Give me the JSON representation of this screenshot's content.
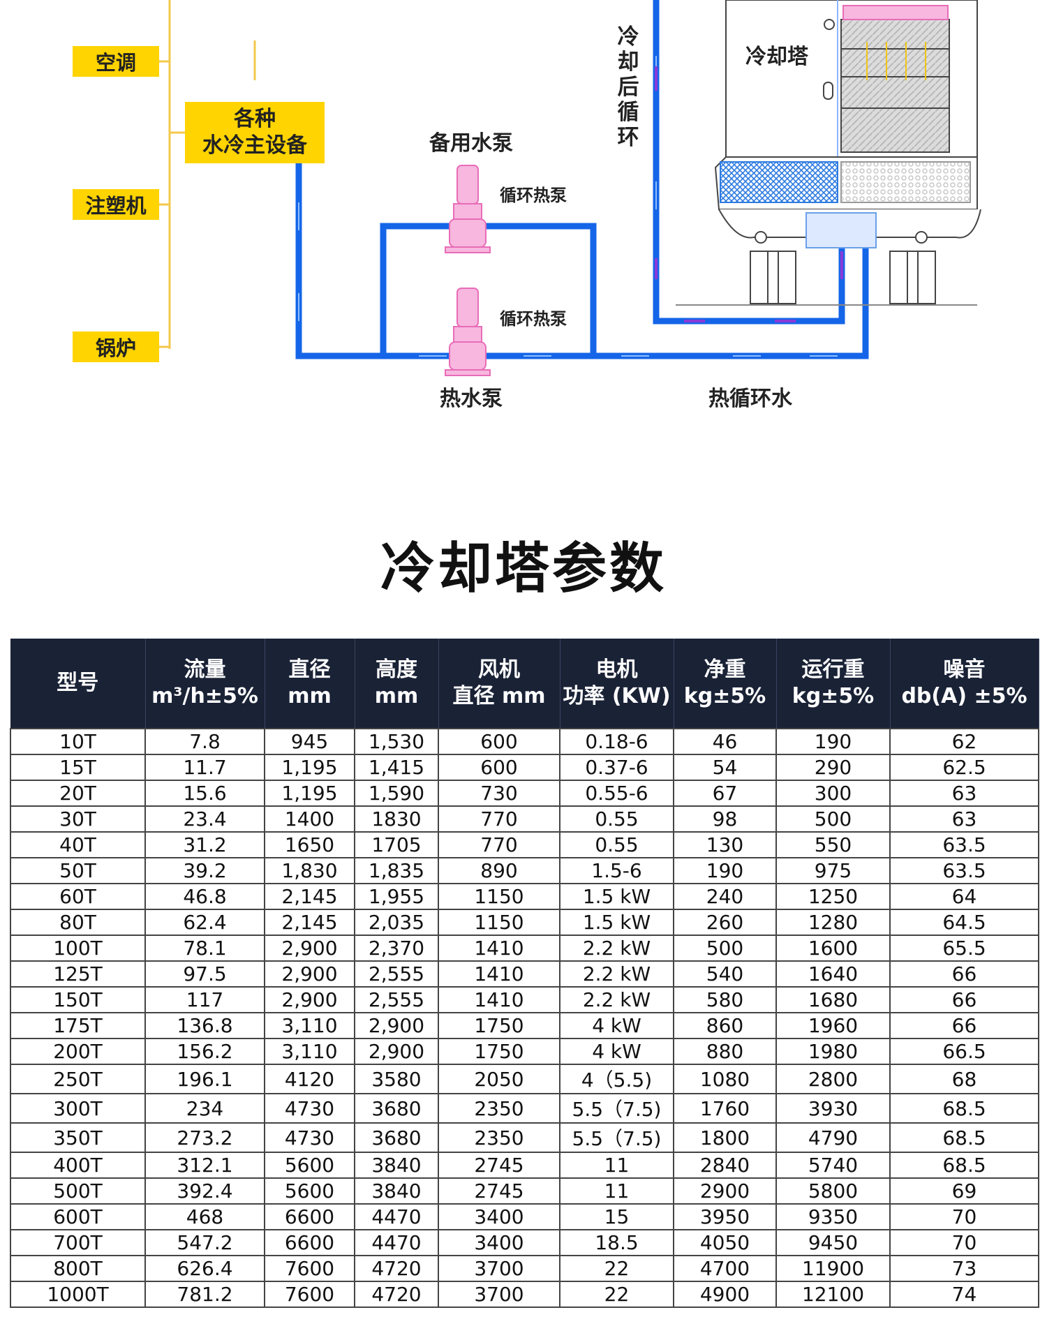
{
  "diagram": {
    "left_items": [
      "空调",
      "注塑机",
      "锅炉"
    ],
    "main_equipment": {
      "line1": "各种",
      "line2": "水冷主设备"
    },
    "backup_pump_label": "备用水泵",
    "circulation_pump_label_1": "循环热泵",
    "circulation_pump_label_2": "循环热泵",
    "hot_water_pump_label": "热水泵",
    "hot_circulation_water_label": "热循环水",
    "cooled_circulation_label": "冷却后循环",
    "cooling_tower_label": "冷却塔",
    "colors": {
      "pipe": "#1565e8",
      "label_box": "#ffd400",
      "pump": "#f08ac8"
    }
  },
  "section_title": "冷却塔参数",
  "table": {
    "headers": [
      {
        "l1": "型号",
        "l2": ""
      },
      {
        "l1": "流量",
        "l2": "m³/h±5%"
      },
      {
        "l1": "直径",
        "l2": "mm"
      },
      {
        "l1": "高度",
        "l2": "mm"
      },
      {
        "l1": "风机",
        "l2": "直径 mm"
      },
      {
        "l1": "电机",
        "l2": "功率 (KW)"
      },
      {
        "l1": "净重",
        "l2": "kg±5%"
      },
      {
        "l1": "运行重",
        "l2": "kg±5%"
      },
      {
        "l1": "噪音",
        "l2": "db(A) ±5%"
      }
    ],
    "rows": [
      [
        "10T",
        "7.8",
        "945",
        "1,530",
        "600",
        "0.18-6",
        "46",
        "190",
        "62"
      ],
      [
        "15T",
        "11.7",
        "1,195",
        "1,415",
        "600",
        "0.37-6",
        "54",
        "290",
        "62.5"
      ],
      [
        "20T",
        "15.6",
        "1,195",
        "1,590",
        "730",
        "0.55-6",
        "67",
        "300",
        "63"
      ],
      [
        "30T",
        "23.4",
        "1400",
        "1830",
        "770",
        "0.55",
        "98",
        "500",
        "63"
      ],
      [
        "40T",
        "31.2",
        "1650",
        "1705",
        "770",
        "0.55",
        "130",
        "550",
        "63.5"
      ],
      [
        "50T",
        "39.2",
        "1,830",
        "1,835",
        "890",
        "1.5-6",
        "190",
        "975",
        "63.5"
      ],
      [
        "60T",
        "46.8",
        "2,145",
        "1,955",
        "1150",
        "1.5 kW",
        "240",
        "1250",
        "64"
      ],
      [
        "80T",
        "62.4",
        "2,145",
        "2,035",
        "1150",
        "1.5 kW",
        "260",
        "1280",
        "64.5"
      ],
      [
        "100T",
        "78.1",
        "2,900",
        "2,370",
        "1410",
        "2.2 kW",
        "500",
        "1600",
        "65.5"
      ],
      [
        "125T",
        "97.5",
        "2,900",
        "2,555",
        "1410",
        "2.2 kW",
        "540",
        "1640",
        "66"
      ],
      [
        "150T",
        "117",
        "2,900",
        "2,555",
        "1410",
        "2.2 kW",
        "580",
        "1680",
        "66"
      ],
      [
        "175T",
        "136.8",
        "3,110",
        "2,900",
        "1750",
        "4 kW",
        "860",
        "1960",
        "66"
      ],
      [
        "200T",
        "156.2",
        "3,110",
        "2,900",
        "1750",
        "4 kW",
        "880",
        "1980",
        "66.5"
      ],
      [
        "250T",
        "196.1",
        "4120",
        "3580",
        "2050",
        "4（5.5)",
        "1080",
        "2800",
        "68"
      ],
      [
        "300T",
        "234",
        "4730",
        "3680",
        "2350",
        "5.5（7.5)",
        "1760",
        "3930",
        "68.5"
      ],
      [
        "350T",
        "273.2",
        "4730",
        "3680",
        "2350",
        "5.5（7.5)",
        "1800",
        "4790",
        "68.5"
      ],
      [
        "400T",
        "312.1",
        "5600",
        "3840",
        "2745",
        "11",
        "2840",
        "5740",
        "68.5"
      ],
      [
        "500T",
        "392.4",
        "5600",
        "3840",
        "2745",
        "11",
        "2900",
        "5800",
        "69"
      ],
      [
        "600T",
        "468",
        "6600",
        "4470",
        "3400",
        "15",
        "3950",
        "9350",
        "70"
      ],
      [
        "700T",
        "547.2",
        "6600",
        "4470",
        "3400",
        "18.5",
        "4050",
        "9450",
        "70"
      ],
      [
        "800T",
        "626.4",
        "7600",
        "4720",
        "3700",
        "22",
        "4700",
        "11900",
        "73"
      ],
      [
        "1000T",
        "781.2",
        "7600",
        "4720",
        "3700",
        "22",
        "4900",
        "12100",
        "74"
      ]
    ]
  }
}
